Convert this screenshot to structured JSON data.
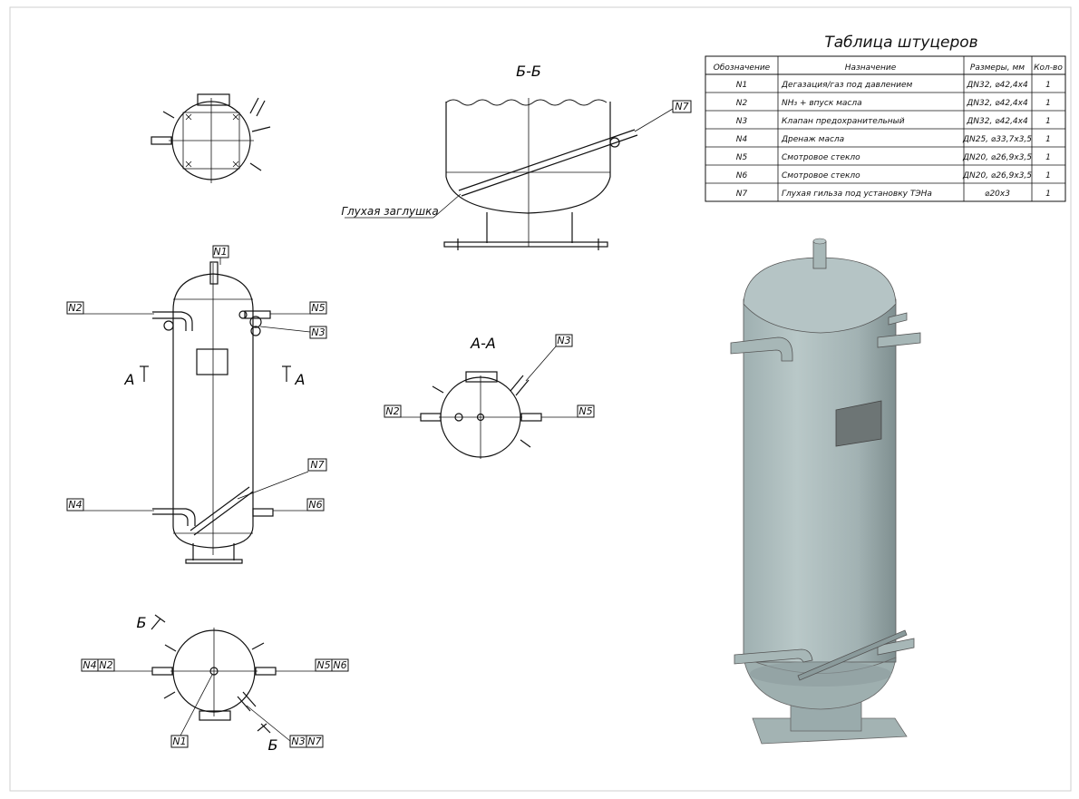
{
  "table": {
    "title": "Таблица штуцеров",
    "headers": [
      "Обозначение",
      "Назначение",
      "Размеры, мм",
      "Кол-во"
    ],
    "rows": [
      [
        "N1",
        "Дегазация/газ под давлением",
        "ДN32, ⌀42,4x4",
        "1"
      ],
      [
        "N2",
        "NH₃ + впуск масла",
        "ДN32, ⌀42,4x4",
        "1"
      ],
      [
        "N3",
        "Клапан предохранительный",
        "ДN32, ⌀42,4x4",
        "1"
      ],
      [
        "N4",
        "Дренаж масла",
        "ДN25, ⌀33,7x3,5",
        "1"
      ],
      [
        "N5",
        "Смотровое стекло",
        "ДN20, ⌀26,9x3,5",
        "1"
      ],
      [
        "N6",
        "Смотровое стекло",
        "ДN20, ⌀26,9x3,5",
        "1"
      ],
      [
        "N7",
        "Глухая гильза под установку ТЭНа",
        "⌀20x3",
        "1"
      ]
    ]
  },
  "section_bb": {
    "title": "Б-Б",
    "plug_label": "Глухая заглушка",
    "n7": "N7"
  },
  "section_aa": {
    "title": "А-А",
    "n2": "N2",
    "n3": "N3",
    "n5": "N5"
  },
  "front_view": {
    "n1": "N1",
    "n2": "N2",
    "n3": "N3",
    "n4": "N4",
    "n5": "N5",
    "n6": "N6",
    "n7": "N7",
    "cut_a_left": "А",
    "cut_a_right": "А"
  },
  "bottom_view": {
    "cut_b_top": "Б",
    "cut_b_bottom": "Б",
    "n4n2": [
      "N4",
      "N2"
    ],
    "n5n6": [
      "N5",
      "N6"
    ],
    "n1": "N1",
    "n3n7": [
      "N3",
      "N7"
    ]
  },
  "colors": {
    "vessel": "#a9b8b8",
    "vessel_dark": "#7f8f90",
    "window": "#6d7575",
    "line": "#111111"
  }
}
